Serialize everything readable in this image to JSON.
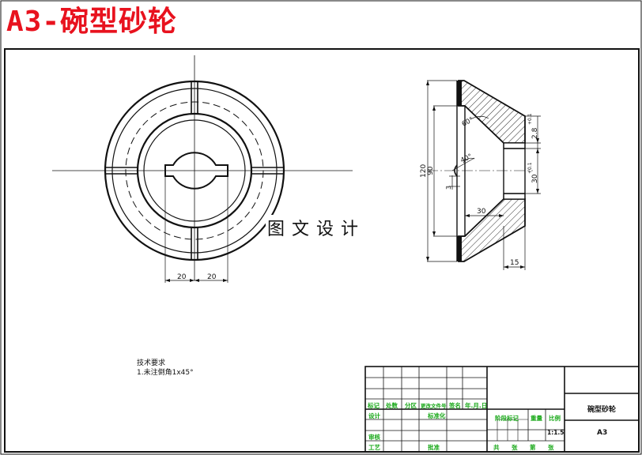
{
  "header": {
    "title": "A3-碗型砂轮"
  },
  "watermark": "图文设计",
  "front_view": {
    "dim_left": "20",
    "dim_right": "20"
  },
  "section_view": {
    "dim_120": "120",
    "dim_90": "90",
    "dim_60deg": "60°",
    "dim_40deg": "40°",
    "dim_3": "3",
    "dim_30_inner": "30",
    "dim_2_8": "2.8",
    "dim_2_8_tol": "+0.1",
    "dim_30_right": "30",
    "dim_30_right_tol": "+0.1",
    "dim_15": "15"
  },
  "notes": {
    "heading": "技术要求",
    "item1": "1.未注倒角1x45°"
  },
  "title_block": {
    "row_labels": [
      "标记",
      "处数",
      "分区",
      "更改文件号",
      "签名",
      "年.月.日"
    ],
    "design": "设计",
    "standardize": "标准化",
    "review": "审核",
    "process": "工艺",
    "approve": "批准",
    "stage_mark": "阶段标记",
    "weight": "重量",
    "ratio": "比例",
    "scale": "1:1.5",
    "sheet_info": "共　张　第　张",
    "part_name": "碗型砂轮",
    "drawing_no": "A3"
  }
}
